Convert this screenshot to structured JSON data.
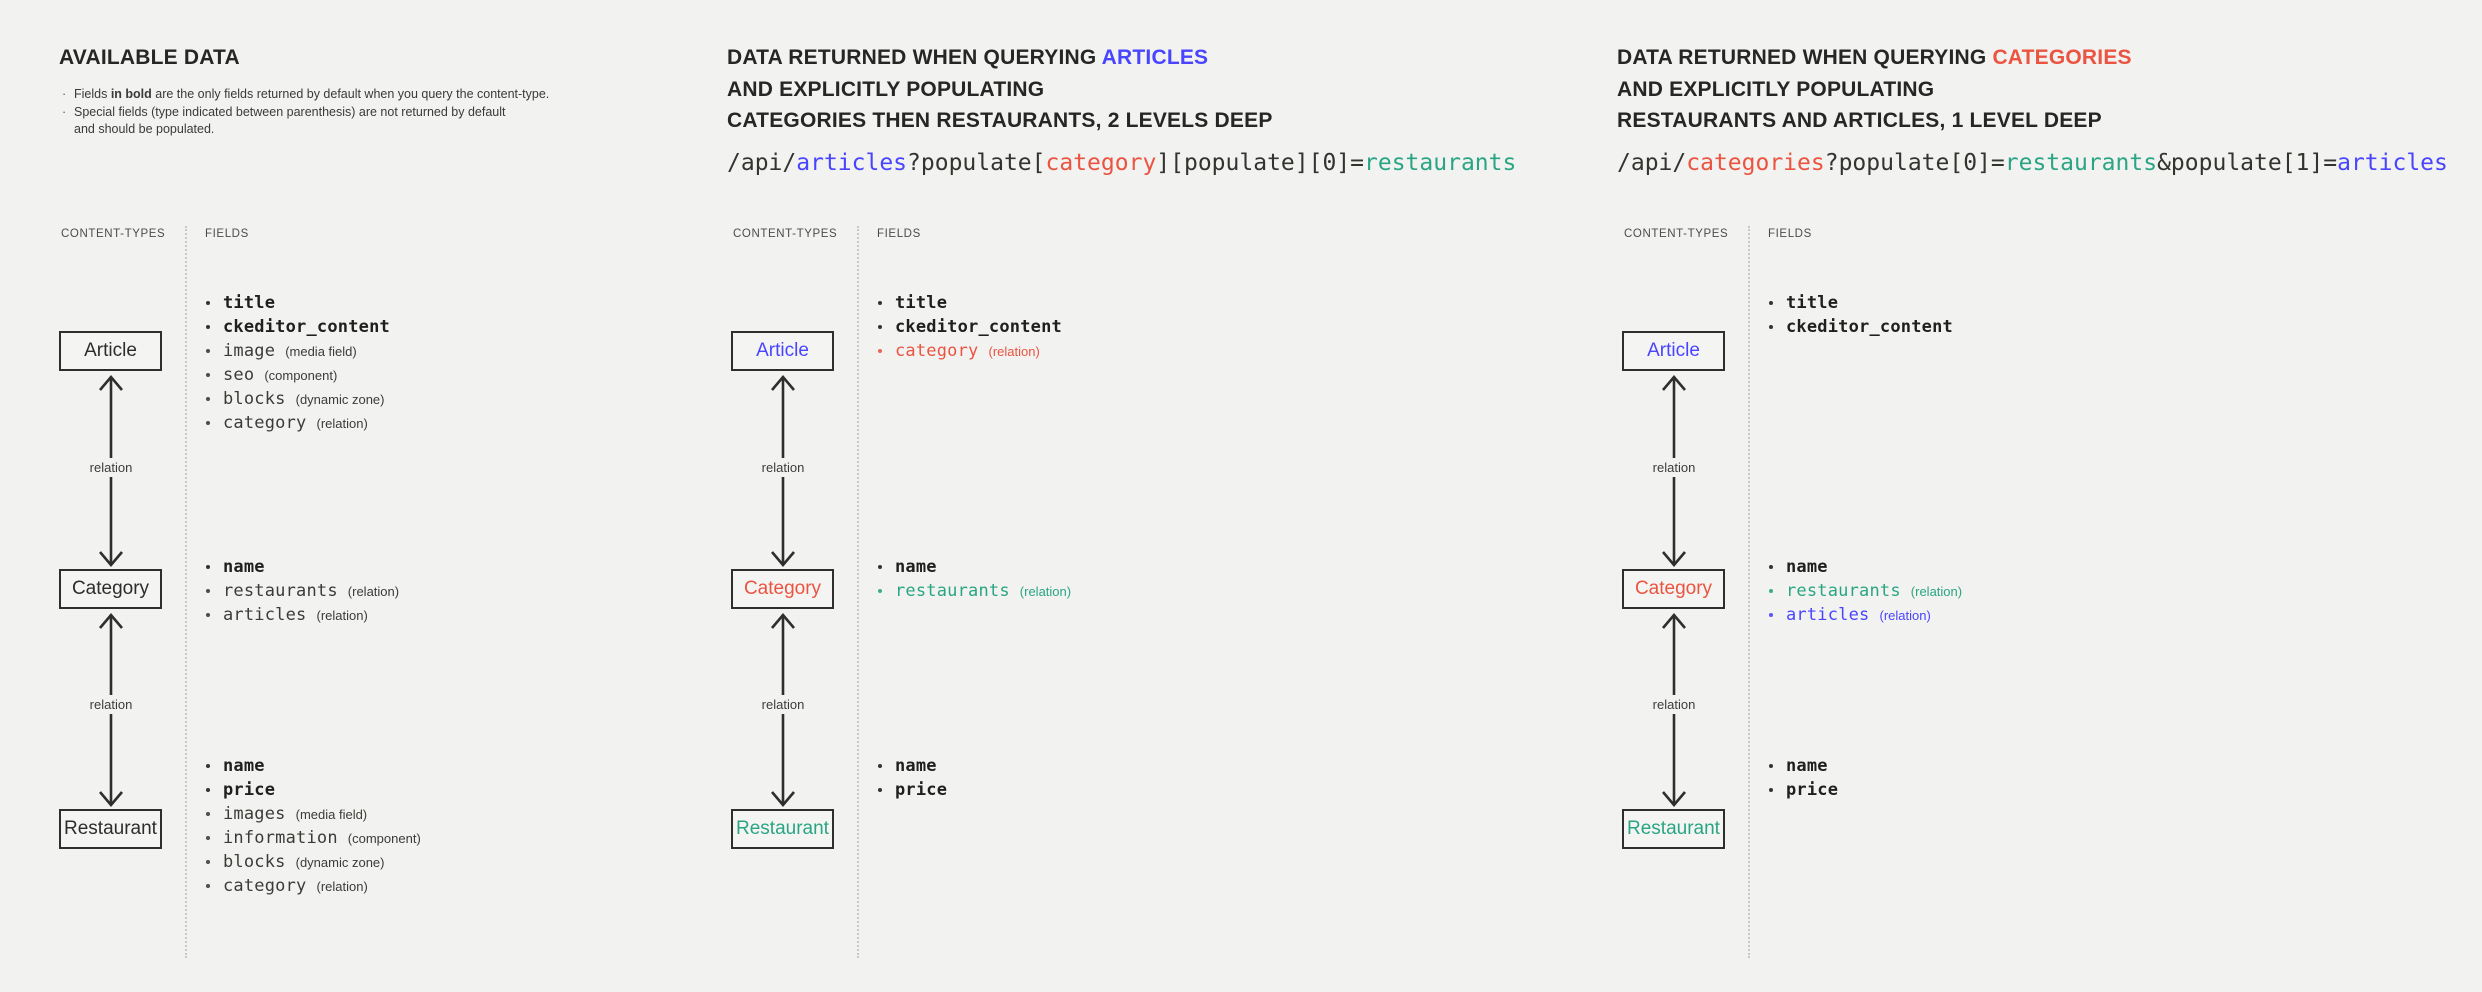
{
  "colors": {
    "background": "#f2f2f0",
    "accent_blue": "#4945ff",
    "accent_red": "#ea5441",
    "accent_teal": "#2aa584"
  },
  "left": {
    "title": "AVAILABLE DATA",
    "note1_pre": "Fields ",
    "note1_bold": "in bold",
    "note1_post": " are the only fields returned by default when you query the content-type.",
    "note2_line1": "Special fields (type indicated between parenthesis) are not returned by default",
    "note2_line2": "and should be populated.",
    "note_bullet": "·"
  },
  "middle": {
    "title_prefix": "DATA RETURNED WHEN QUERYING ",
    "title_accent": "ARTICLES",
    "title_line2": "AND EXPLICITLY POPULATING",
    "title_line3": "CATEGORIES THEN RESTAURANTS, 2 LEVELS DEEP",
    "code": {
      "s1": "/api/",
      "s2": "articles",
      "s3": "?populate[",
      "s4": "category",
      "s5": "][populate][0]=",
      "s6": "restaurants"
    }
  },
  "right": {
    "title_prefix": "DATA RETURNED WHEN QUERYING ",
    "title_accent": "CATEGORIES",
    "title_line2": "AND EXPLICITLY POPULATING",
    "title_line3": "RESTAURANTS AND ARTICLES, 1 LEVEL DEEP",
    "code": {
      "s1": "/api/",
      "s2": "categories",
      "s3": "?populate[0]=",
      "s4": "restaurants",
      "s5": "&populate[1]=",
      "s6": "articles"
    }
  },
  "diagram_labels": {
    "content_types": "CONTENT-TYPES",
    "fields": "FIELDS",
    "relation": "relation"
  },
  "entities": {
    "article": "Article",
    "category": "Category",
    "restaurant": "Restaurant"
  },
  "columns": {
    "left": {
      "article_fields": [
        {
          "name": "title"
        },
        {
          "name": "ckeditor_content"
        },
        {
          "name": "image",
          "type": "(media field)"
        },
        {
          "name": "seo",
          "type": "(component)"
        },
        {
          "name": "blocks",
          "type": "(dynamic zone)"
        },
        {
          "name": "category",
          "type": "(relation)"
        }
      ],
      "category_fields": [
        {
          "name": "name"
        },
        {
          "name": "restaurants",
          "type": "(relation)"
        },
        {
          "name": "articles",
          "type": "(relation)"
        }
      ],
      "restaurant_fields": [
        {
          "name": "name"
        },
        {
          "name": "price"
        },
        {
          "name": "images",
          "type": "(media field)"
        },
        {
          "name": "information",
          "type": "(component)"
        },
        {
          "name": "blocks",
          "type": "(dynamic zone)"
        },
        {
          "name": "category",
          "type": "(relation)"
        }
      ]
    },
    "middle": {
      "article_fields": [
        {
          "name": "title"
        },
        {
          "name": "ckeditor_content"
        },
        {
          "name": "category",
          "type": "(relation)"
        }
      ],
      "category_fields": [
        {
          "name": "name"
        },
        {
          "name": "restaurants",
          "type": "(relation)"
        }
      ],
      "restaurant_fields": [
        {
          "name": "name"
        },
        {
          "name": "price"
        }
      ]
    },
    "right": {
      "article_fields": [
        {
          "name": "title"
        },
        {
          "name": "ckeditor_content"
        }
      ],
      "category_fields": [
        {
          "name": "name"
        },
        {
          "name": "restaurants",
          "type": "(relation)"
        },
        {
          "name": "articles",
          "type": "(relation)"
        }
      ],
      "restaurant_fields": [
        {
          "name": "name"
        },
        {
          "name": "price"
        }
      ]
    }
  }
}
